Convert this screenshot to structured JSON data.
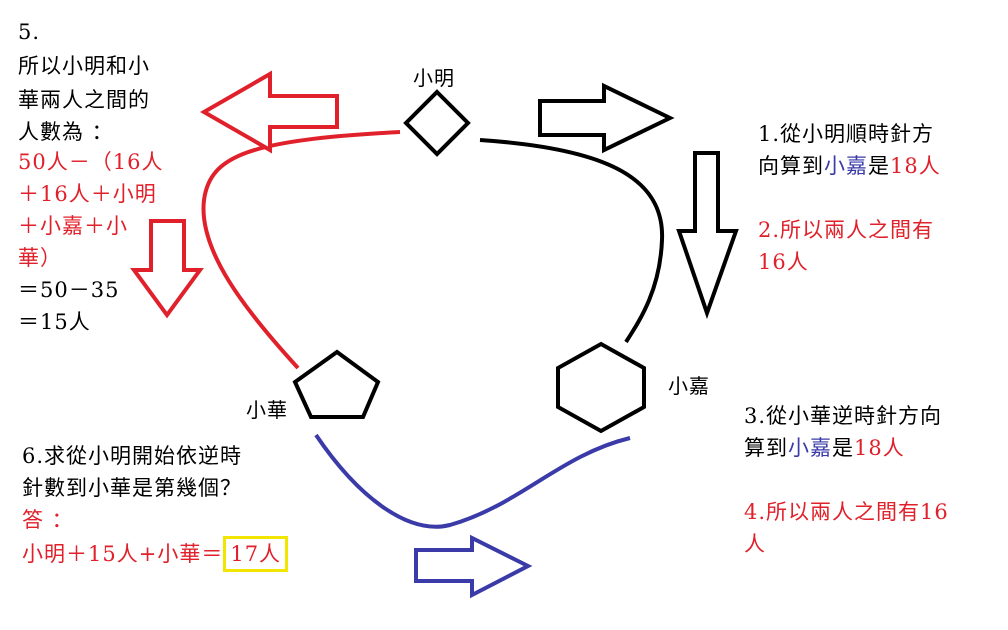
{
  "left_block": {
    "line1": "5.",
    "line2": "所以小明和小",
    "line3": "華兩人之間的",
    "line4": "人數為 ：",
    "line5": "50人－（16人",
    "line6": "＋16人＋小明",
    "line7": "＋小嘉＋小",
    "line8": "華）",
    "line9": "＝50－35",
    "line10": "＝15人"
  },
  "nodes": {
    "xiaoming": "小明",
    "xiaohua": "小華",
    "xiaojia": "小嘉"
  },
  "right_block": {
    "s1_prefix": "1.從小明順時針方",
    "s1_line2_a": "向算到",
    "s1_line2_b": "小嘉",
    "s1_line2_c": "是",
    "s1_line2_d": "18人",
    "s2_line1": "2.所以兩人之間有",
    "s2_line2": "16人",
    "s3_line1": "3.從小華逆時針方向",
    "s3_line2_a": "算到",
    "s3_line2_b": "小嘉",
    "s3_line2_c": "是",
    "s3_line2_d": "18人",
    "s4_line1": "4.所以兩人之間有16",
    "s4_line2": "人"
  },
  "question": {
    "line1": "6.求從小明開始依逆時",
    "line2": "針數到小華是第幾個？",
    "answer_label": "答 ：",
    "answer_expr": "小明＋15人+小華＝",
    "answer_value": "17人"
  },
  "colors": {
    "red": "#e0202a",
    "blue": "#3a3aa8",
    "black": "#000000",
    "highlight": "#f2e600"
  }
}
